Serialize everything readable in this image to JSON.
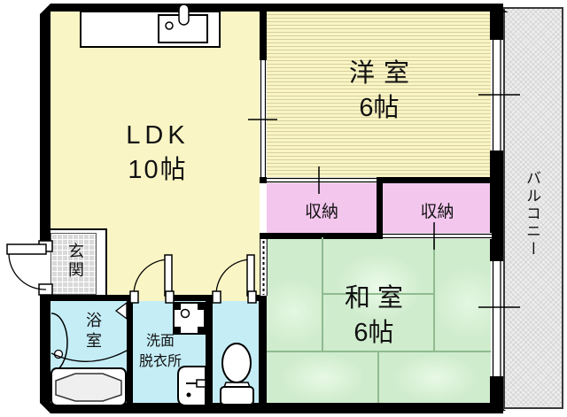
{
  "floorplan": {
    "type": "apartment-madori",
    "rooms": {
      "ldk": {
        "name": "LDK",
        "size": "10帖"
      },
      "western": {
        "name": "洋室",
        "size": "6帖"
      },
      "japanese": {
        "name": "和室",
        "size": "6帖"
      },
      "closet_left": {
        "name": "収納"
      },
      "closet_right": {
        "name": "収納"
      },
      "balcony": {
        "name": "バルコニー"
      },
      "entrance": {
        "name": "玄関"
      },
      "bathroom": {
        "name": "浴室"
      },
      "washroom": {
        "line1": "洗面",
        "line2": "脱衣所"
      }
    },
    "colors": {
      "room_yellow": "#faf5c5",
      "flooring_stripe": "#d8cf9e",
      "closet_pink": "#f3c6ee",
      "tatami_green": "#cfeccd",
      "wet_area_blue": "#c4edf6",
      "balcony_gray": "#ededed",
      "entrance_gray": "#d9d9d9",
      "wall_black": "#000000"
    },
    "fixtures": [
      "kitchen-counter",
      "kitchen-sink",
      "kitchen-faucet",
      "bathtub",
      "bath-basin",
      "bath-door-marker",
      "washing-machine-pan",
      "vanity-sink",
      "toilet",
      "entrance-door",
      "washroom-door",
      "toilet-door",
      "sliding-door-ldk-western",
      "sliding-door-closet-left",
      "sliding-door-closet-right",
      "sliding-door-japanese",
      "window-western",
      "window-japanese"
    ]
  }
}
